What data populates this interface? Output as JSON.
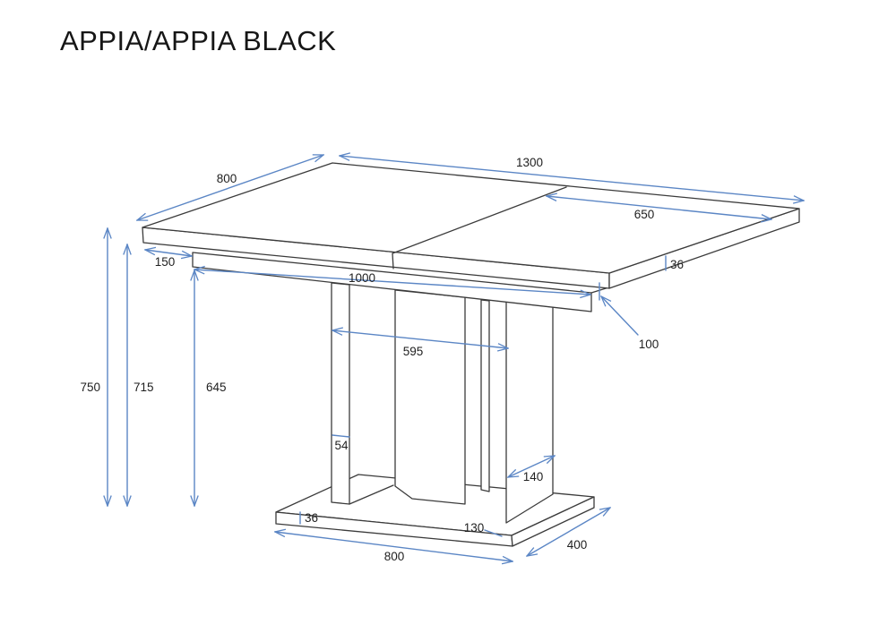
{
  "title": "APPIA/APPIA BLACK",
  "diagram": {
    "subject": "Extendable pedestal dining table - dimensioned line drawing",
    "units": "mm",
    "colors": {
      "outline": "#3b3b3b",
      "dimension_line": "#5b86c5",
      "label_text": "#1f1f1f",
      "background": "#ffffff"
    },
    "labels": {
      "top_depth": "800",
      "top_length": "1300",
      "extension_half": "650",
      "top_thickness": "36",
      "left_overhang": "150",
      "underframe_length": "1000",
      "underframe_offset": "100",
      "total_height": "750",
      "height_under_top": "715",
      "pedestal_height": "645",
      "pedestal_inner_span": "595",
      "panel_thickness": "54",
      "panel_depth": "140",
      "base_thickness": "36",
      "base_offset": "130",
      "base_length": "800",
      "base_depth": "400"
    }
  }
}
